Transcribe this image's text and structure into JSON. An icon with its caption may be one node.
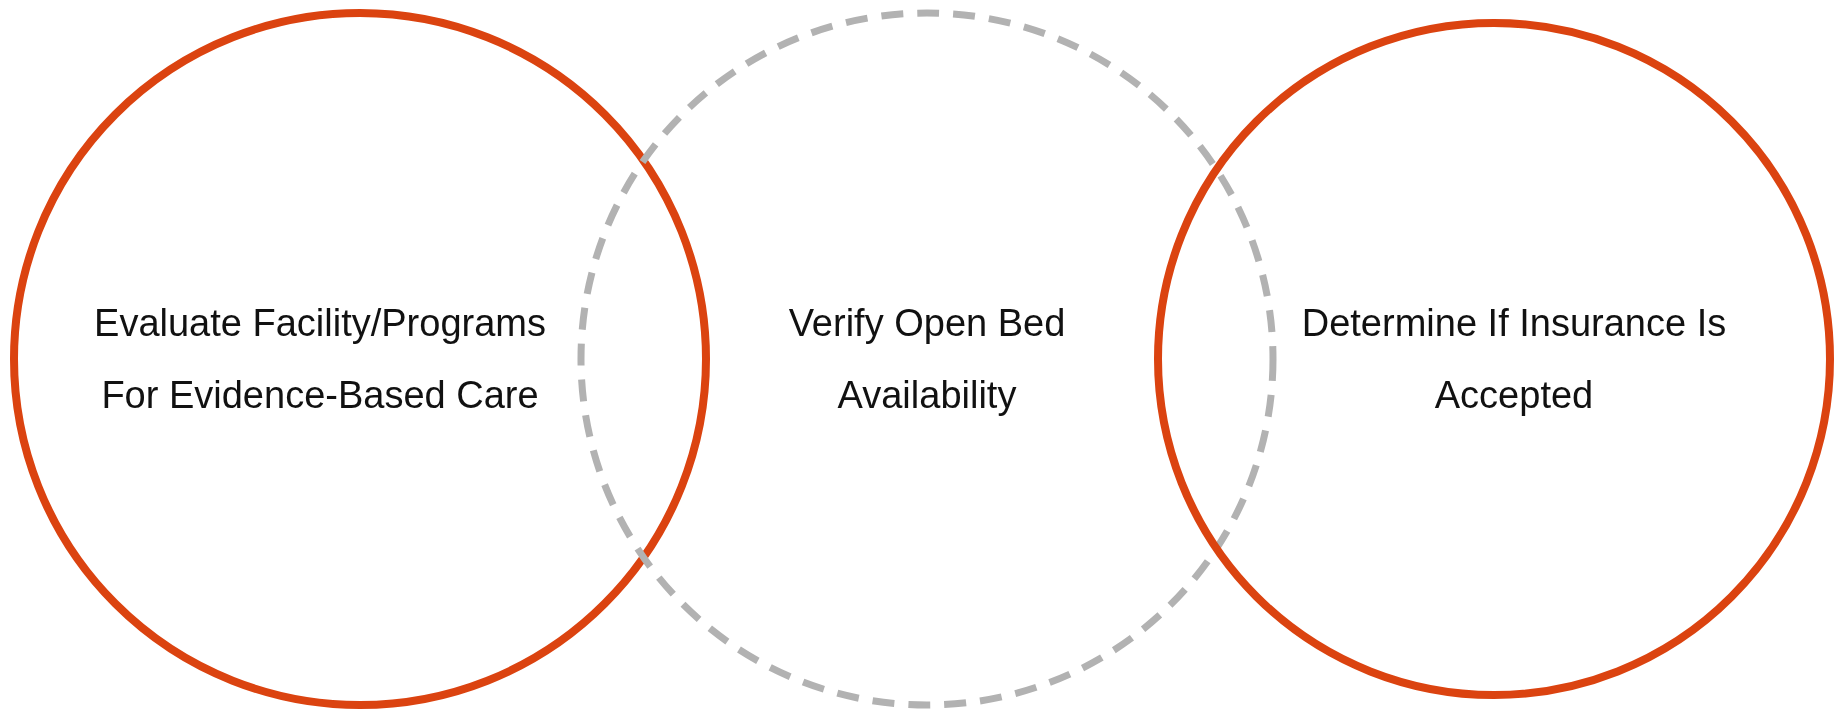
{
  "diagram": {
    "nodes": [
      {
        "text": [
          "Evaluate Facility/Programs For Evidence-Based Care"
        ]
      },
      {
        "text": [
          "Verify Open Bed Availability"
        ]
      },
      {
        "text": [
          "Determine If Insurance Is Accepted"
        ]
      }
    ],
    "edges": []
  }
}
